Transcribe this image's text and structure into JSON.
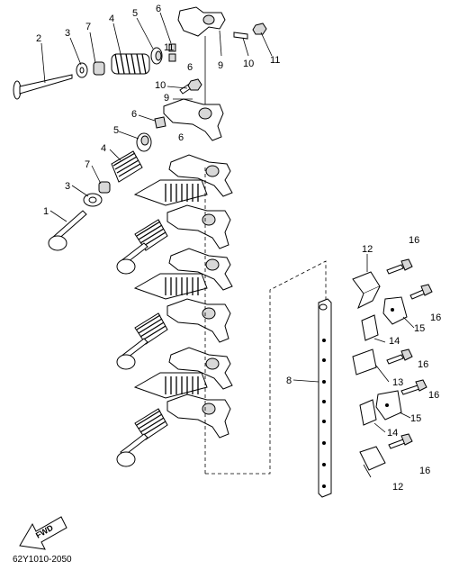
{
  "labels": {
    "n1": "1",
    "n2": "2",
    "n3a": "3",
    "n3b": "3",
    "n4a": "4",
    "n4b": "4",
    "n5a": "5",
    "n5b": "5",
    "n6a": "6",
    "n6b": "6",
    "n6c": "6",
    "n6d": "6",
    "n7a": "7",
    "n7b": "7",
    "n8": "8",
    "n9a": "9",
    "n9b": "9",
    "n10a": "10",
    "n10b": "10",
    "n11a": "11",
    "n11b": "11",
    "n12a": "12",
    "n12b": "12",
    "n13": "13",
    "n14a": "14",
    "n14b": "14",
    "n15a": "15",
    "n15b": "15",
    "n16a": "16",
    "n16b": "16",
    "n16c": "16",
    "n16d": "16",
    "n16e": "16"
  },
  "fwd_label": "FWD",
  "diagram_code": "62Y1010-2050"
}
